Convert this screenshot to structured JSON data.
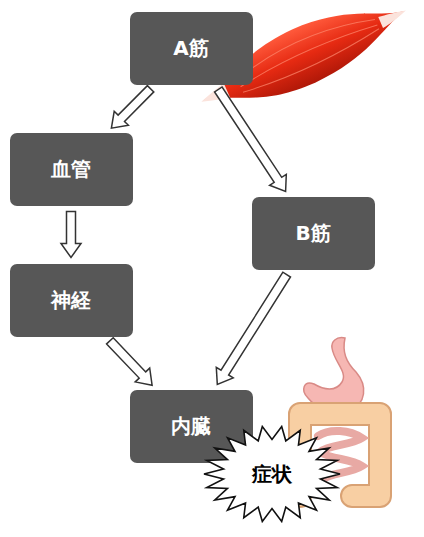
{
  "diagram": {
    "nodes": [
      {
        "text": [
          "A筋"
        ]
      },
      {
        "text": [
          "血管"
        ]
      },
      {
        "text": [
          "神経"
        ]
      },
      {
        "text": [
          "B筋"
        ]
      },
      {
        "text": [
          "内臓"
        ]
      },
      {
        "text": [
          "症状"
        ]
      }
    ],
    "edges": [
      {
        "from": 0,
        "to": 1,
        "arrow": "to"
      },
      {
        "from": 1,
        "to": 2,
        "arrow": "to"
      },
      {
        "from": 2,
        "to": 4,
        "arrow": "to"
      },
      {
        "from": 0,
        "to": 3,
        "arrow": "to"
      },
      {
        "from": 3,
        "to": 4,
        "arrow": "to"
      }
    ]
  }
}
